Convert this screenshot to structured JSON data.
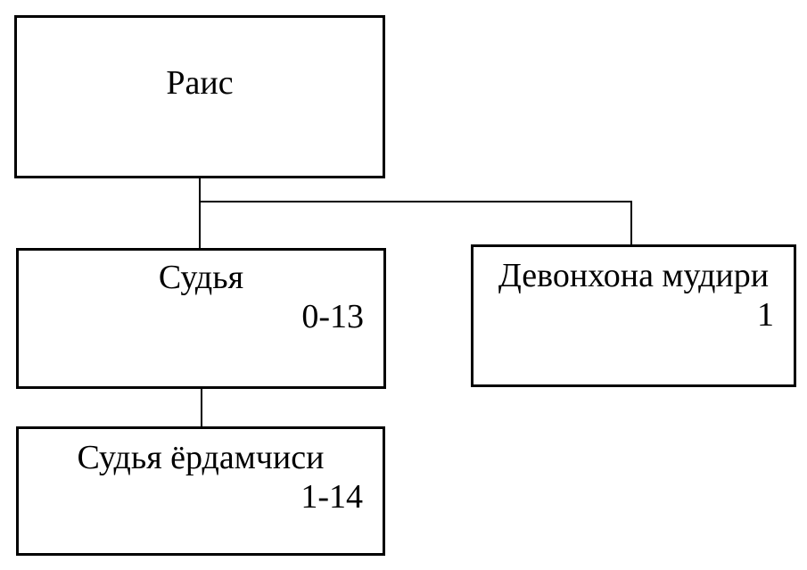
{
  "diagram": {
    "type": "org-chart",
    "colors": {
      "border": "#000000",
      "background": "#ffffff",
      "text": "#000000"
    },
    "nodes": [
      {
        "id": "chairman",
        "label": "Раис",
        "count": ""
      },
      {
        "id": "judge",
        "label": "Судья",
        "count": "0-13"
      },
      {
        "id": "office-manager",
        "label": "Девонхона мудири",
        "count": "1"
      },
      {
        "id": "judge-assistant",
        "label": "Судья ёрдамчиси",
        "count": "1-14"
      }
    ],
    "edges": [
      {
        "from": "chairman",
        "to": "judge"
      },
      {
        "from": "chairman",
        "to": "office-manager"
      },
      {
        "from": "judge",
        "to": "judge-assistant"
      }
    ]
  }
}
